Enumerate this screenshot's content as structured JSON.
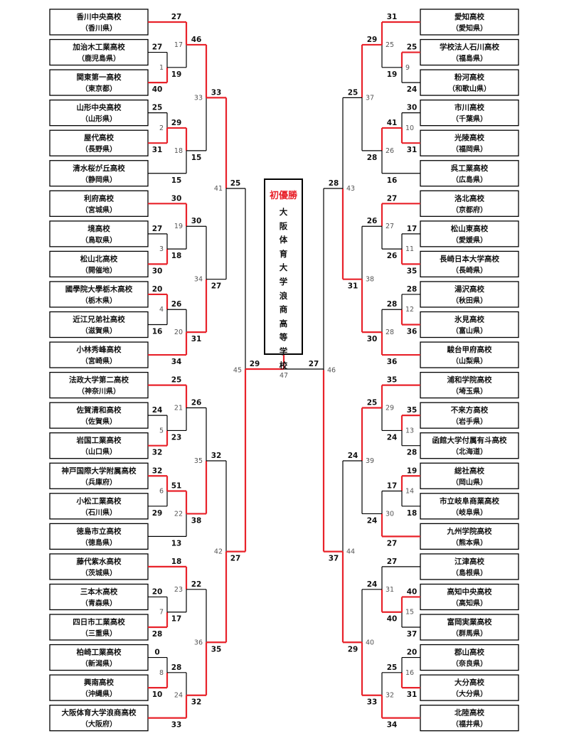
{
  "title": "",
  "champion": {
    "label": "初優勝",
    "school": "大阪体育大学浪商高等学校"
  },
  "teams": [
    {
      "name": "香川中央高校",
      "pref": "（香川県）"
    },
    {
      "name": "加治木工業高校",
      "pref": "（鹿児島県）"
    },
    {
      "name": "関東第一高校",
      "pref": "（東京都）"
    },
    {
      "name": "山形中央高校",
      "pref": "（山形県）"
    },
    {
      "name": "屋代高校",
      "pref": "（長野県）"
    },
    {
      "name": "清水桜が丘高校",
      "pref": "（静岡県）"
    },
    {
      "name": "利府高校",
      "pref": "（宮城県）"
    },
    {
      "name": "境高校",
      "pref": "（鳥取県）"
    },
    {
      "name": "松山北高校",
      "pref": "（開催地）"
    },
    {
      "name": "國學院大學栃木高校",
      "pref": "（栃木県）"
    },
    {
      "name": "近江兄弟社高校",
      "pref": "（滋賀県）"
    },
    {
      "name": "小林秀峰高校",
      "pref": "（宮崎県）"
    },
    {
      "name": "法政大学第二高校",
      "pref": "（神奈川県）"
    },
    {
      "name": "佐賀清和高校",
      "pref": "（佐賀県）"
    },
    {
      "name": "岩国工業高校",
      "pref": "（山口県）"
    },
    {
      "name": "神戸国際大学附属高校",
      "pref": "（兵庫府）"
    },
    {
      "name": "小松工業高校",
      "pref": "（石川県）"
    },
    {
      "name": "徳島市立高校",
      "pref": "（徳島県）"
    },
    {
      "name": "藤代紫水高校",
      "pref": "（茨城県）"
    },
    {
      "name": "三本木高校",
      "pref": "（青森県）"
    },
    {
      "name": "四日市工業高校",
      "pref": "（三重県）"
    },
    {
      "name": "柏崎工業高校",
      "pref": "（新潟県）"
    },
    {
      "name": "興南高校",
      "pref": "（沖縄県）"
    },
    {
      "name": "大阪体育大学浪商高校",
      "pref": "（大阪府）"
    },
    {
      "name": "愛知高校",
      "pref": "（愛知県）"
    },
    {
      "name": "学校法人石川高校",
      "pref": "（福島県）"
    },
    {
      "name": "粉河高校",
      "pref": "（和歌山県）"
    },
    {
      "name": "市川高校",
      "pref": "（千葉県）"
    },
    {
      "name": "光陵高校",
      "pref": "（福岡県）"
    },
    {
      "name": "呉工業高校",
      "pref": "（広島県）"
    },
    {
      "name": "洛北高校",
      "pref": "（京都府）"
    },
    {
      "name": "松山東高校",
      "pref": "（愛媛県）"
    },
    {
      "name": "長崎日本大学高校",
      "pref": "（長崎県）"
    },
    {
      "name": "湯沢高校",
      "pref": "（秋田県）"
    },
    {
      "name": "氷見高校",
      "pref": "（富山県）"
    },
    {
      "name": "駿台甲府高校",
      "pref": "（山梨県）"
    },
    {
      "name": "浦和学院高校",
      "pref": "（埼玉県）"
    },
    {
      "name": "不来方高校",
      "pref": "（岩手県）"
    },
    {
      "name": "函館大学付属有斗高校",
      "pref": "（北海道）"
    },
    {
      "name": "総社高校",
      "pref": "（岡山県）"
    },
    {
      "name": "市立岐阜商業高校",
      "pref": "（岐阜県）"
    },
    {
      "name": "九州学院高校",
      "pref": "（熊本県）"
    },
    {
      "name": "江津高校",
      "pref": "（島根県）"
    },
    {
      "name": "高知中央高校",
      "pref": "（高知県）"
    },
    {
      "name": "富岡実業高校",
      "pref": "（群馬県）"
    },
    {
      "name": "郡山高校",
      "pref": "（奈良県）"
    },
    {
      "name": "大分高校",
      "pref": "（大分県）"
    },
    {
      "name": "北陸高校",
      "pref": "（福井県）"
    }
  ],
  "games": [
    {
      "no": "1",
      "score_top": "27",
      "score_bottom": "40",
      "winner": "bottom"
    },
    {
      "no": "2",
      "score_top": "25",
      "score_bottom": "31",
      "winner": "bottom"
    },
    {
      "no": "3",
      "score_top": "27",
      "score_bottom": "30",
      "winner": "bottom"
    },
    {
      "no": "4",
      "score_top": "20",
      "score_bottom": "16",
      "winner": "top"
    },
    {
      "no": "5",
      "score_top": "24",
      "score_bottom": "32",
      "winner": "bottom"
    },
    {
      "no": "6",
      "score_top": "32",
      "score_bottom": "29",
      "winner": "top"
    },
    {
      "no": "7",
      "score_top": "20",
      "score_bottom": "28",
      "winner": "bottom"
    },
    {
      "no": "8",
      "score_top": "0",
      "score_bottom": "10",
      "winner": "bottom"
    },
    {
      "no": "9",
      "score_top": "25",
      "score_bottom": "24",
      "winner": "top"
    },
    {
      "no": "10",
      "score_top": "30",
      "score_bottom": "31",
      "winner": "bottom"
    },
    {
      "no": "11",
      "score_top": "17",
      "score_bottom": "35",
      "winner": "bottom"
    },
    {
      "no": "12",
      "score_top": "28",
      "score_bottom": "36",
      "winner": "bottom"
    },
    {
      "no": "13",
      "score_top": "35",
      "score_bottom": "28",
      "winner": "top"
    },
    {
      "no": "14",
      "score_top": "19",
      "score_bottom": "18",
      "winner": "top"
    },
    {
      "no": "15",
      "score_top": "40",
      "score_bottom": "37",
      "winner": "top"
    },
    {
      "no": "16",
      "score_top": "20",
      "score_bottom": "31",
      "winner": "bottom"
    },
    {
      "no": "17",
      "score_top": "27",
      "score_bottom": "19",
      "winner": "top"
    },
    {
      "no": "18",
      "score_top": "29",
      "score_bottom": "15",
      "winner": "top"
    },
    {
      "no": "19",
      "score_top": "30",
      "score_bottom": "18",
      "winner": "top"
    },
    {
      "no": "20",
      "score_top": "26",
      "score_bottom": "34",
      "winner": "bottom"
    },
    {
      "no": "21",
      "score_top": "25",
      "score_bottom": "23",
      "winner": "top"
    },
    {
      "no": "22",
      "score_top": "51",
      "score_bottom": "13",
      "winner": "top"
    },
    {
      "no": "23",
      "score_top": "18",
      "score_bottom": "17",
      "winner": "top"
    },
    {
      "no": "24",
      "score_top": "28",
      "score_bottom": "33",
      "winner": "bottom"
    },
    {
      "no": "25",
      "score_top": "31",
      "score_bottom": "19",
      "winner": "top"
    },
    {
      "no": "26",
      "score_top": "41",
      "score_bottom": "16",
      "winner": "top"
    },
    {
      "no": "27",
      "score_top": "27",
      "score_bottom": "26",
      "winner": "top"
    },
    {
      "no": "28",
      "score_top": "28",
      "score_bottom": "36",
      "winner": "bottom"
    },
    {
      "no": "29",
      "score_top": "35",
      "score_bottom": "24",
      "winner": "top"
    },
    {
      "no": "30",
      "score_top": "17",
      "score_bottom": "27",
      "winner": "bottom"
    },
    {
      "no": "31",
      "score_top": "27",
      "score_bottom": "40",
      "winner": "bottom"
    },
    {
      "no": "32",
      "score_top": "25",
      "score_bottom": "34",
      "winner": "bottom"
    },
    {
      "no": "33",
      "score_top": "46",
      "score_bottom": "15",
      "winner": "top"
    },
    {
      "no": "34",
      "score_top": "30",
      "score_bottom": "31",
      "winner": "bottom"
    },
    {
      "no": "35",
      "score_top": "26",
      "score_bottom": "38",
      "winner": "bottom"
    },
    {
      "no": "36",
      "score_top": "22",
      "score_bottom": "32",
      "winner": "bottom"
    },
    {
      "no": "37",
      "score_top": "29",
      "score_bottom": "28",
      "winner": "top"
    },
    {
      "no": "38",
      "score_top": "26",
      "score_bottom": "30",
      "winner": "bottom"
    },
    {
      "no": "39",
      "score_top": "25",
      "score_bottom": "24",
      "winner": "top"
    },
    {
      "no": "40",
      "score_top": "24",
      "score_bottom": "33",
      "winner": "bottom"
    },
    {
      "no": "41",
      "score_top": "33",
      "score_bottom": "27",
      "winner": "top"
    },
    {
      "no": "42",
      "score_top": "32",
      "score_bottom": "35",
      "winner": "bottom"
    },
    {
      "no": "43",
      "score_top": "25",
      "score_bottom": "31",
      "winner": "bottom"
    },
    {
      "no": "44",
      "score_top": "24",
      "score_bottom": "29",
      "winner": "bottom"
    },
    {
      "no": "45",
      "score_top": "25",
      "score_bottom": "27",
      "winner": "bottom"
    },
    {
      "no": "46",
      "score_top": "28",
      "score_bottom": "37",
      "winner": "bottom"
    },
    {
      "no": "47",
      "score_top": "29",
      "score_bottom": "27",
      "winner": "left"
    }
  ],
  "colors": {
    "winner_line": "#e8222a",
    "line": "#000000"
  }
}
